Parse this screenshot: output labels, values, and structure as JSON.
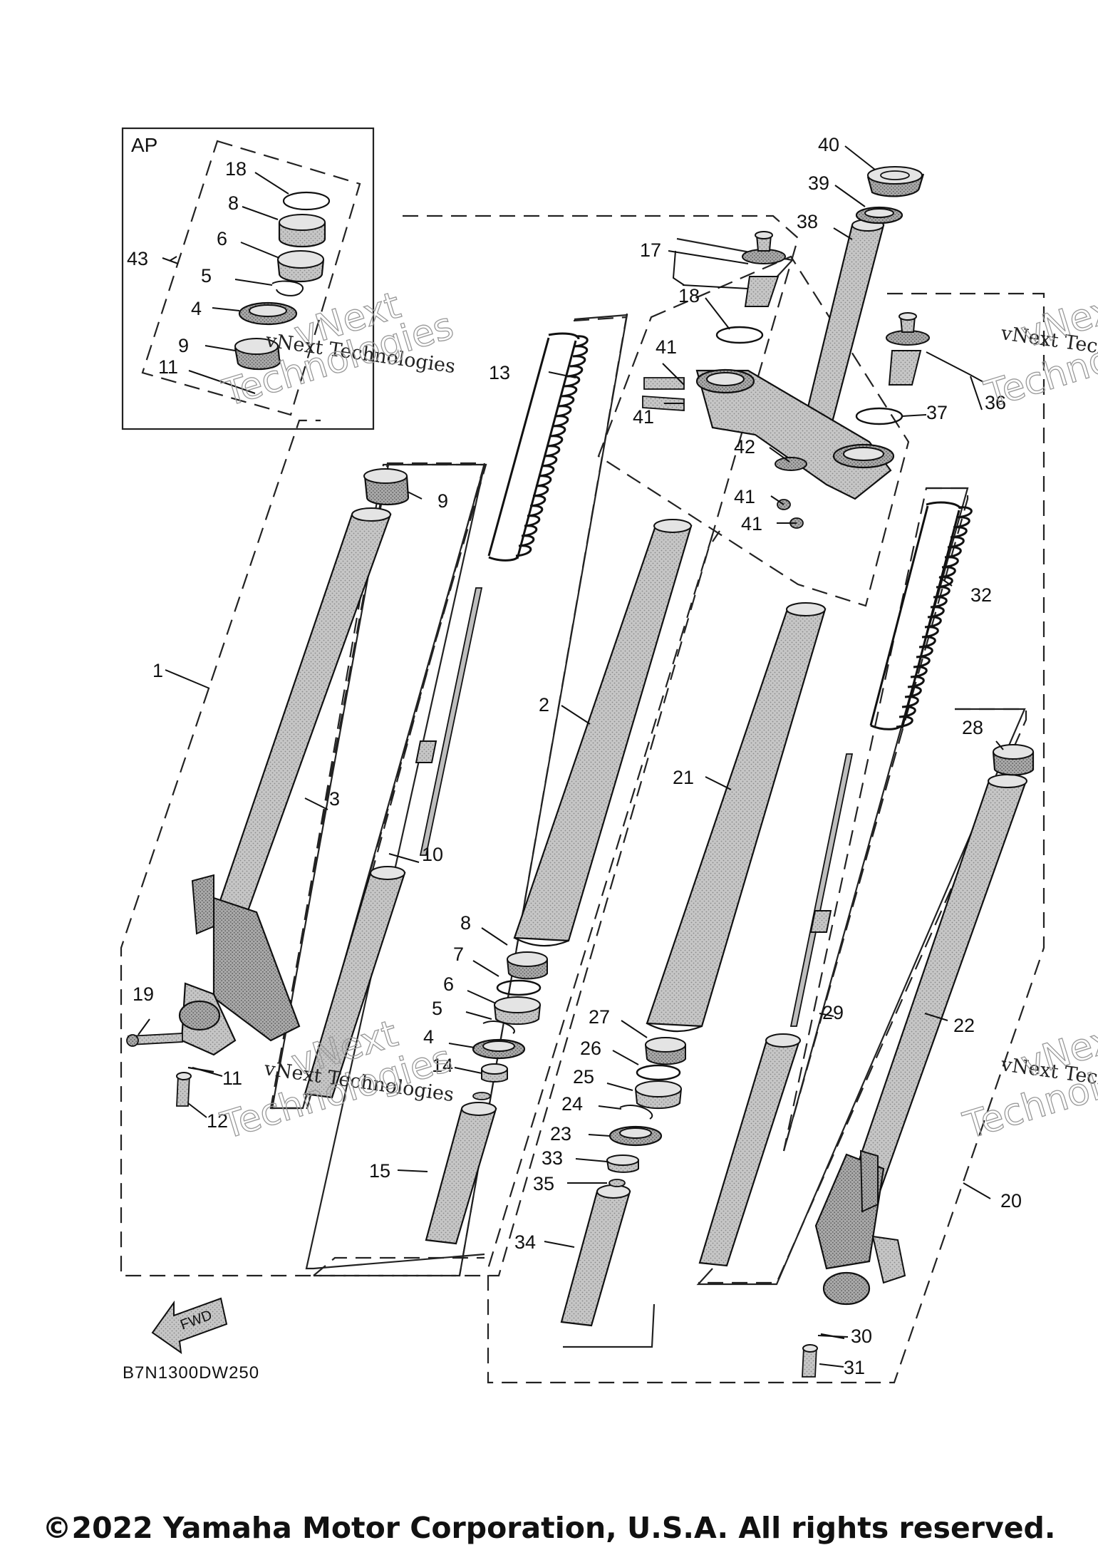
{
  "diagram": {
    "ap_label": "AP",
    "drawing_code": "B7N1300DW250",
    "fwd_label": "FWD",
    "watermark_small": "vNext Technologies",
    "watermark_big_line1": "vNext",
    "watermark_big_line2": "Technologies",
    "copyright": "©2022 Yamaha Motor Corporation, U.S.A. All rights reserved.",
    "callouts": {
      "c40": "40",
      "c39": "39",
      "c38": "38",
      "c17": "17",
      "c18a": "18",
      "c41a": "41",
      "c41b": "41",
      "c13": "13",
      "c36": "36",
      "c37": "37",
      "c42": "42",
      "c41c": "41",
      "c41d": "41",
      "c9a": "9",
      "c32": "32",
      "c1": "1",
      "c2": "2",
      "c3": "3",
      "c21": "21",
      "c10": "10",
      "c28": "28",
      "c8b": "8",
      "c7": "7",
      "c6b": "6",
      "c5b": "5",
      "c4b": "4",
      "c14": "14",
      "c27": "27",
      "c26": "26",
      "c25": "25",
      "c24": "24",
      "c23": "23",
      "c33": "33",
      "c35": "35",
      "c29": "29",
      "c22": "22",
      "c19": "19",
      "c11b": "11",
      "c12": "12",
      "c15": "15",
      "c34": "34",
      "c20": "20",
      "c30": "30",
      "c31": "31",
      "ap18": "18",
      "ap8": "8",
      "ap6": "6",
      "ap43": "43",
      "ap5": "5",
      "ap4": "4",
      "ap9": "9",
      "ap11": "11"
    }
  }
}
